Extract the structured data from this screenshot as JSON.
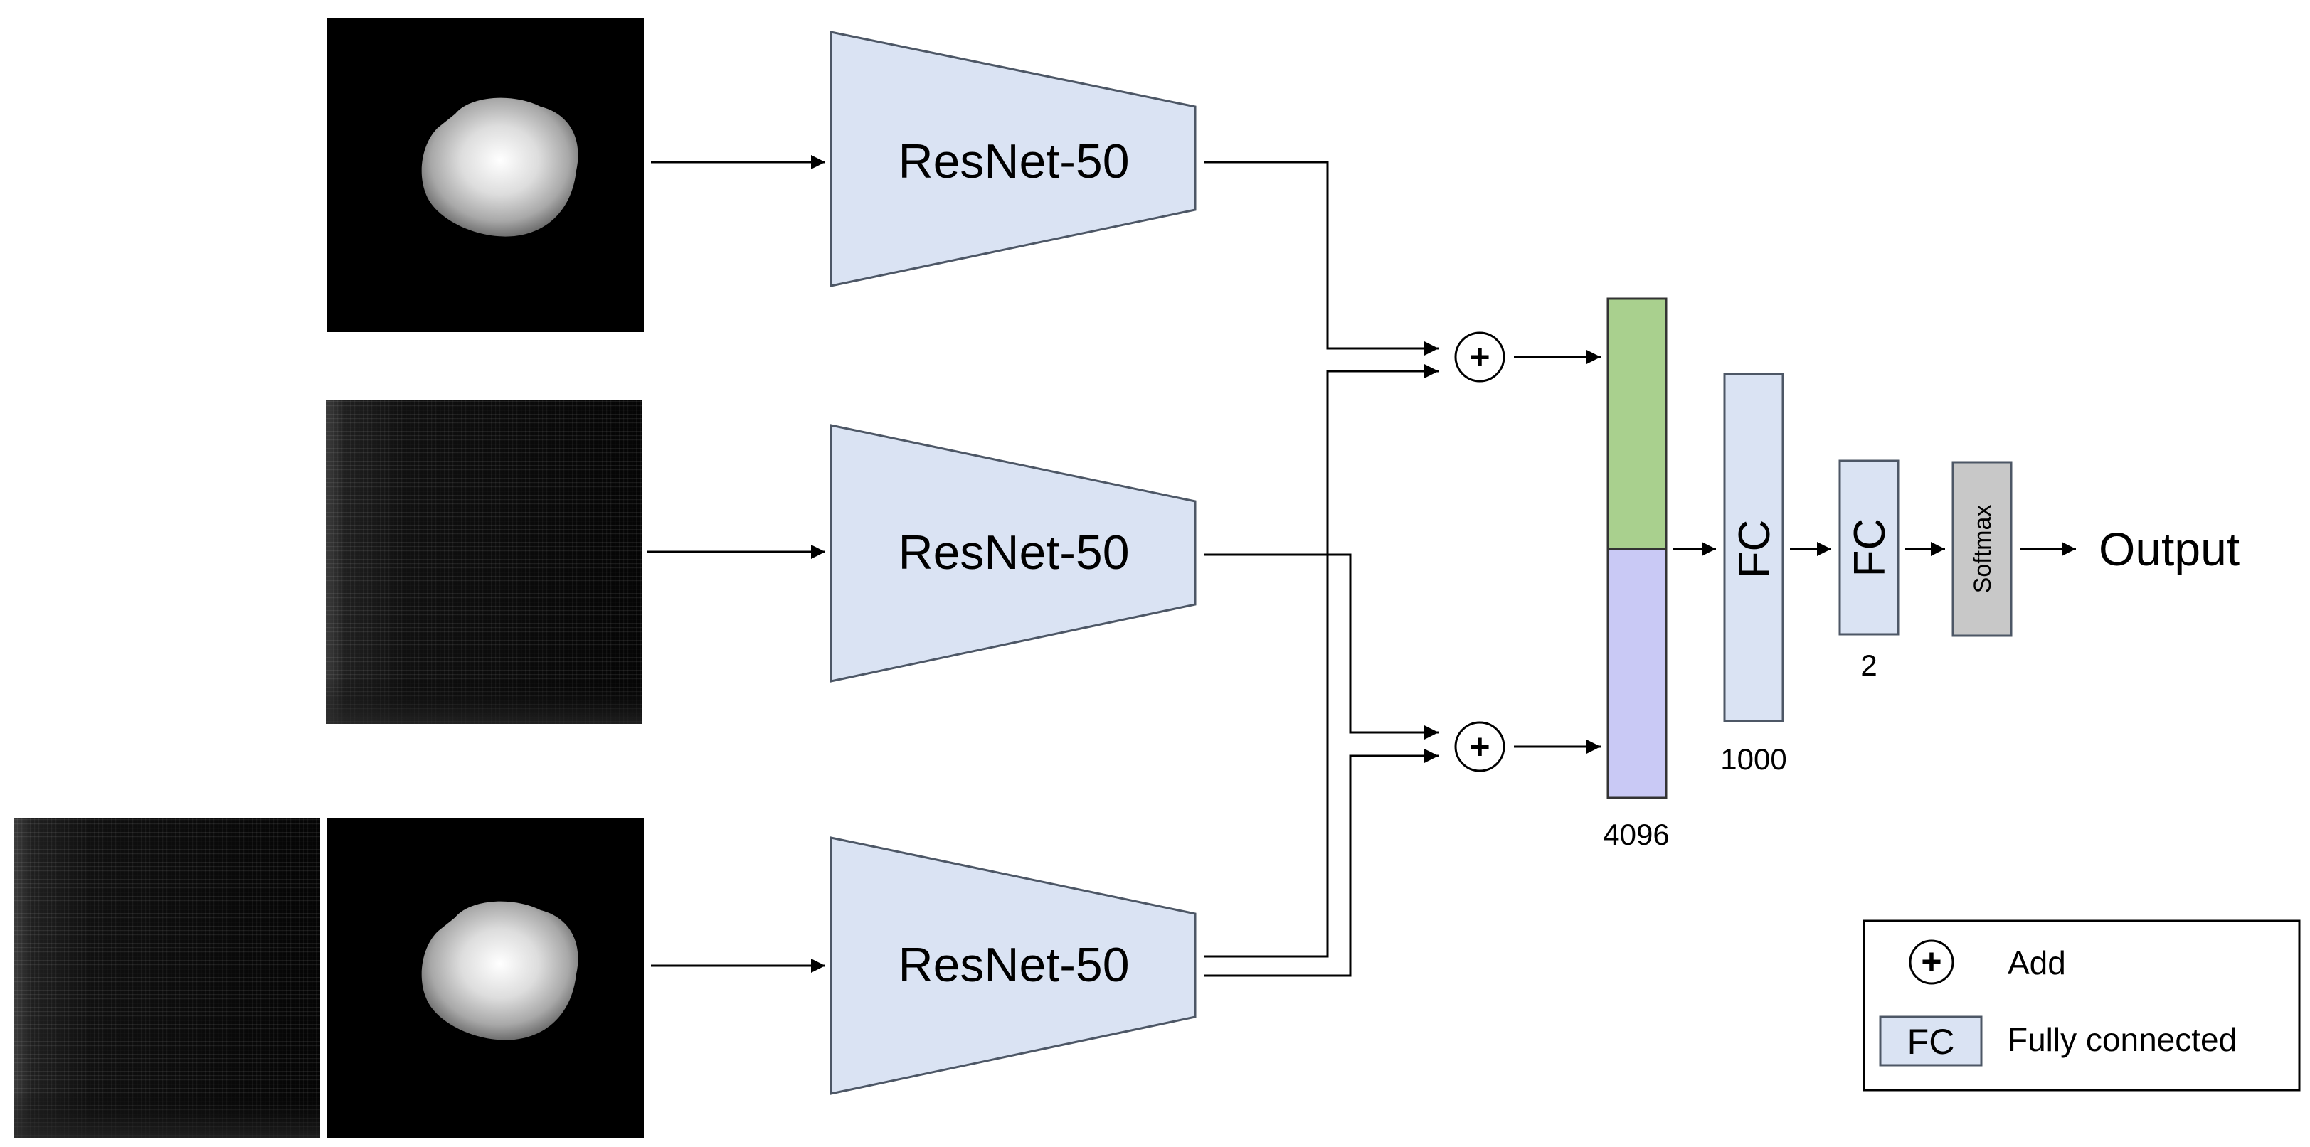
{
  "encoders": {
    "top": {
      "label": "ResNet-50"
    },
    "middle": {
      "label": "ResNet-50"
    },
    "bottom": {
      "label": "ResNet-50"
    }
  },
  "operators": {
    "add_symbol": "+"
  },
  "feature_vector": {
    "dim": "4096",
    "top_color": "#a9d08e",
    "bottom_color": "#c9c9f5"
  },
  "fc1": {
    "label": "FC",
    "dim": "1000"
  },
  "fc2": {
    "label": "FC",
    "dim": "2"
  },
  "softmax": {
    "label": "Softmax"
  },
  "output": {
    "label": "Output"
  },
  "legend": {
    "add_symbol": "+",
    "add_label": "Add",
    "fc_symbol": "FC",
    "fc_label": "Fully connected"
  },
  "colors": {
    "encoder_fill": "#dae3f3",
    "fc_fill": "#dae3f3",
    "softmax_fill": "#c8c8c8",
    "stroke": "#4d5766"
  }
}
